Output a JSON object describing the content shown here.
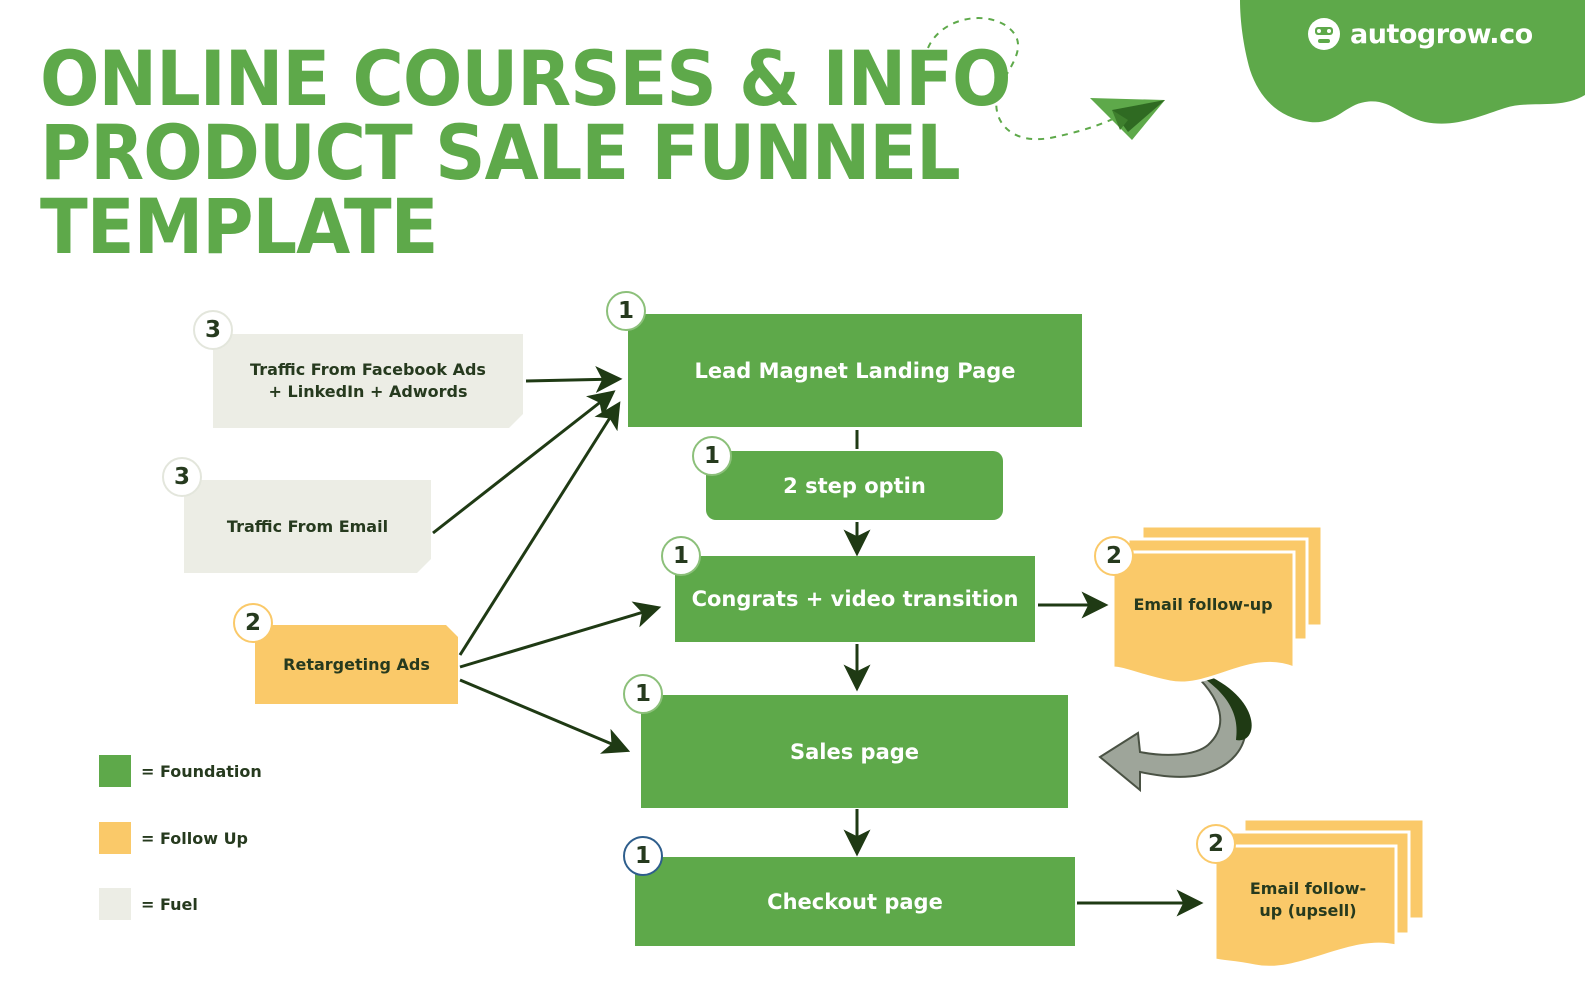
{
  "title": {
    "line1": "ONLINE COURSES & INFO",
    "line2": "PRODUCT SALE FUNNEL",
    "line3": "TEMPLATE"
  },
  "brand": {
    "name": "autogrow.co",
    "icon": "robot-face-icon"
  },
  "colors": {
    "foundation": "#5ea94a",
    "follow_up": "#fac969",
    "fuel": "#ecede5",
    "dark": "#263a1e",
    "white": "#ffffff"
  },
  "funnel": {
    "lead_magnet": {
      "label": "Lead Magnet Landing Page",
      "badge": "1"
    },
    "two_step_optin": {
      "label": "2 step optin",
      "badge": "1"
    },
    "congrats": {
      "label": "Congrats + video transition",
      "badge": "1"
    },
    "sales_page": {
      "label": "Sales page",
      "badge": "1"
    },
    "checkout": {
      "label": "Checkout page",
      "badge": "1"
    }
  },
  "traffic": {
    "facebook": {
      "label": "Traffic From Facebook Ads + LinkedIn + Adwords",
      "badge": "3"
    },
    "email": {
      "label": "Traffic From Email",
      "badge": "3"
    },
    "retargeting": {
      "label": "Retargeting Ads",
      "badge": "2"
    }
  },
  "followups": {
    "email": {
      "label": "Email follow-up",
      "badge": "2"
    },
    "upsell": {
      "label": "Email follow-up (upsell)",
      "badge": "2"
    }
  },
  "legend": {
    "foundation": "= Foundation",
    "follow_up": "= Follow Up",
    "fuel": "= Fuel"
  }
}
